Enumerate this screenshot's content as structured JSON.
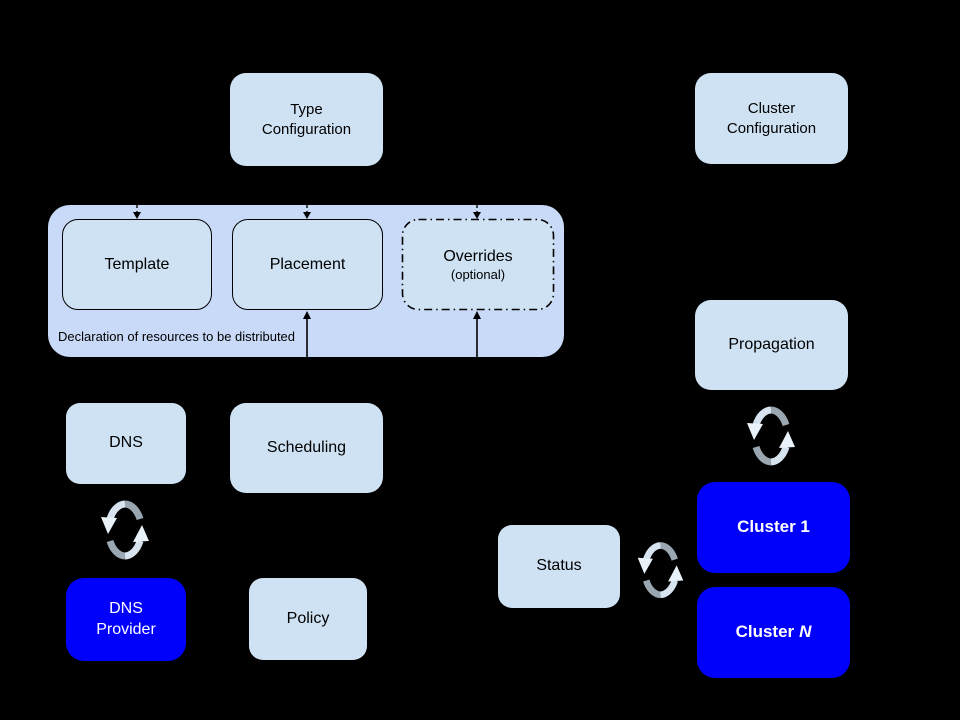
{
  "diagram": {
    "background": "#000000",
    "colors": {
      "node_fill": "#cfe2f3",
      "container_fill": "#c9daf8",
      "cluster_fill": "#0101fb",
      "text": "#000000",
      "text_on_blue": "#ffffff",
      "sync_icon_light": "#d7e4f0",
      "sync_icon_gray": "#9ba7b0"
    },
    "nodes": {
      "type_configuration": "Type\nConfiguration",
      "cluster_configuration": "Cluster\nConfiguration",
      "template": "Template",
      "placement": "Placement",
      "overrides": "Overrides",
      "overrides_note": "(optional)",
      "container_caption": "Declaration of resources to be distributed",
      "dns": "DNS",
      "scheduling": "Scheduling",
      "propagation": "Propagation",
      "status": "Status",
      "cluster_1": "Cluster 1",
      "cluster_n_prefix": "Cluster",
      "cluster_n_suffix": "N",
      "dns_provider": "DNS\nProvider",
      "policy": "Policy"
    },
    "icons": {
      "sync_dns": "sync-icon",
      "sync_propagation": "sync-icon",
      "sync_status": "sync-icon"
    }
  }
}
